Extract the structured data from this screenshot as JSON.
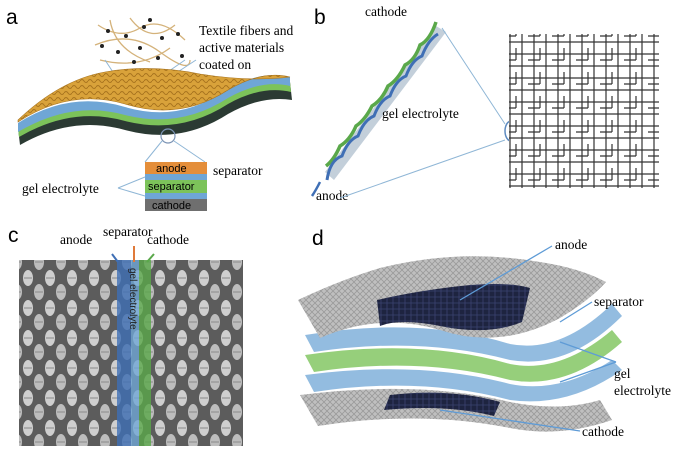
{
  "panels": {
    "a": {
      "letter": "a",
      "fiber_text_line1": "Textile fibers and",
      "fiber_text_line2": "active materials",
      "fiber_text_line3": "coated on",
      "separator_label": "separator",
      "gel_label": "gel electrolyte",
      "stack_anode": "anode",
      "stack_separator": "separator",
      "stack_cathode": "cathode"
    },
    "b": {
      "letter": "b",
      "cathode_label": "cathode",
      "gel_label": "gel electrolyte",
      "anode_label": "anode"
    },
    "c": {
      "letter": "c",
      "anode_label": "anode",
      "separator_label": "separator",
      "cathode_label": "cathode",
      "gel_vertical": "gel electrolyte"
    },
    "d": {
      "letter": "d",
      "anode_label": "anode",
      "separator_label": "separator",
      "gel_label_line1": "gel",
      "gel_label_line2": "electrolyte",
      "cathode_label": "cathode"
    }
  },
  "colors": {
    "fabric_orange": "#d9a23a",
    "separator_green": "#7cc35a",
    "electrolyte_blue": "#6fa6d6",
    "dark_layer": "#2b3a33",
    "leader_line": "#8fb6d6",
    "anode_blue": "#3f6fb5",
    "cathode_green": "#5aa84a",
    "separator_orange": "#e07a3a"
  }
}
